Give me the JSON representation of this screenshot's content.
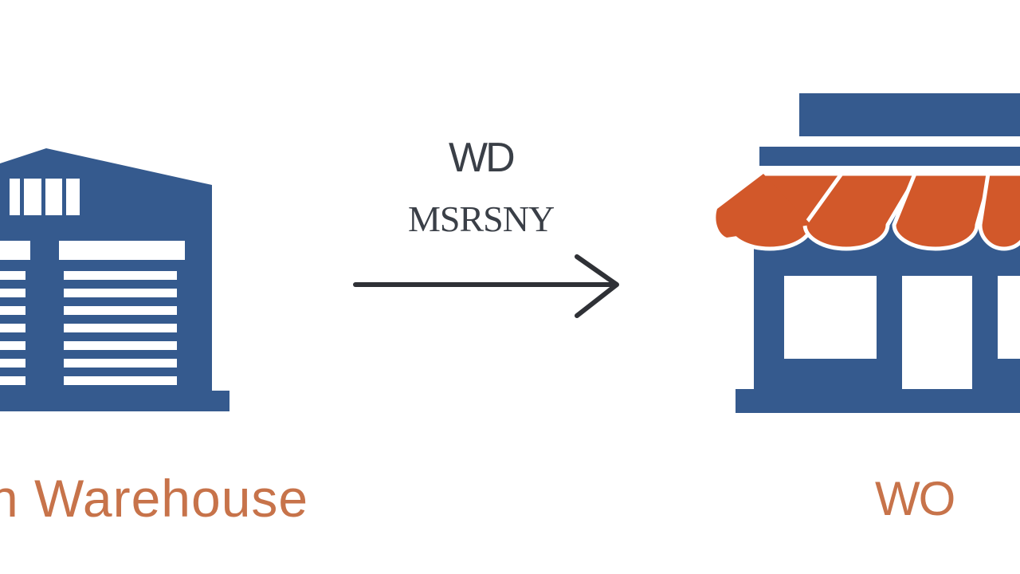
{
  "diagram": {
    "source_node": {
      "label": "n Warehouse",
      "icon": "warehouse-icon"
    },
    "connector": {
      "title": "WD",
      "subtitle": "MSRSNY",
      "icon": "right-arrow-icon"
    },
    "target_node": {
      "label": "WO",
      "icon": "storefront-icon"
    }
  },
  "colors": {
    "primary_blue": "#355a8e",
    "awning_orange": "#d2582a",
    "label_orange": "#c7734a",
    "text_dark": "#3a3f47",
    "arrow": "#2f3136",
    "background": "#ffffff"
  }
}
